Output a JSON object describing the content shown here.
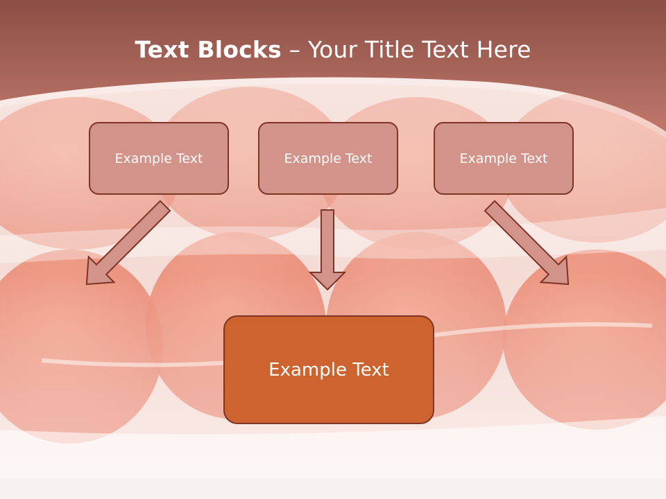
{
  "title": {
    "bold": "Text Blocks",
    "separator": " – ",
    "rest": "Your Title Text Here"
  },
  "blocks": [
    {
      "label": "Example Text"
    },
    {
      "label": "Example Text"
    },
    {
      "label": "Example Text"
    }
  ],
  "target": {
    "label": "Example Text"
  },
  "colors": {
    "header": "#b86253",
    "box_fill": "#d2938a",
    "box_border": "#7d3426",
    "target_fill": "#cd6430",
    "arrow_fill": "#d2938a"
  }
}
